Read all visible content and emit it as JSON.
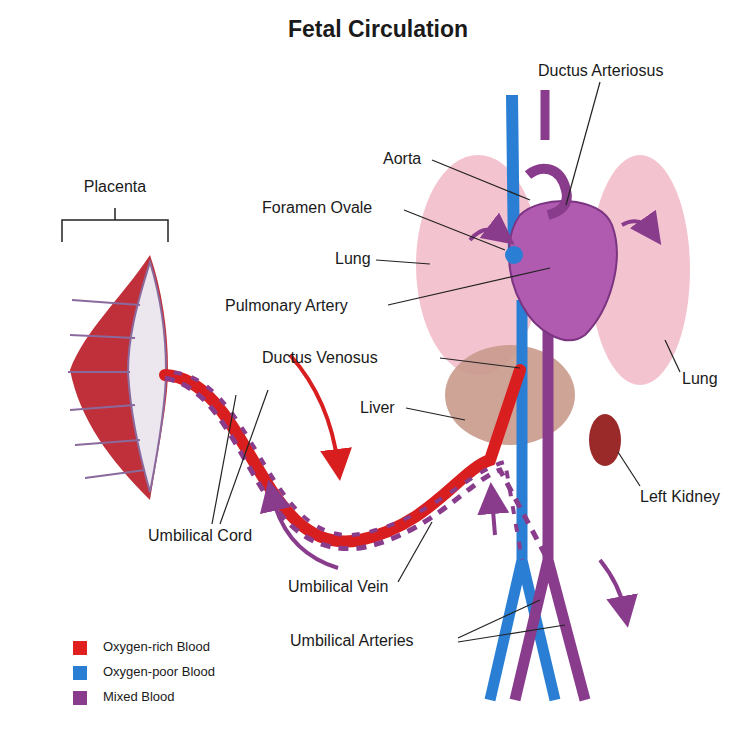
{
  "diagram": {
    "title": "Fetal Circulation",
    "labels": [
      "Placenta",
      "Ductus Arteriosus",
      "Aorta",
      "Foramen Ovale",
      "Lung",
      "Pulmonary Artery",
      "Ductus Venosus",
      "Liver",
      "Lung",
      "Left Kidney",
      "Umbilical Cord",
      "Umbilical Vein",
      "Umbilical Arteries"
    ],
    "legend": [
      {
        "text": "Oxygen-rich Blood",
        "color": "#e0201f"
      },
      {
        "text": "Oxygen-poor Blood",
        "color": "#2a7fd4"
      },
      {
        "text": "Mixed Blood",
        "color": "#8a3c8c"
      }
    ]
  }
}
